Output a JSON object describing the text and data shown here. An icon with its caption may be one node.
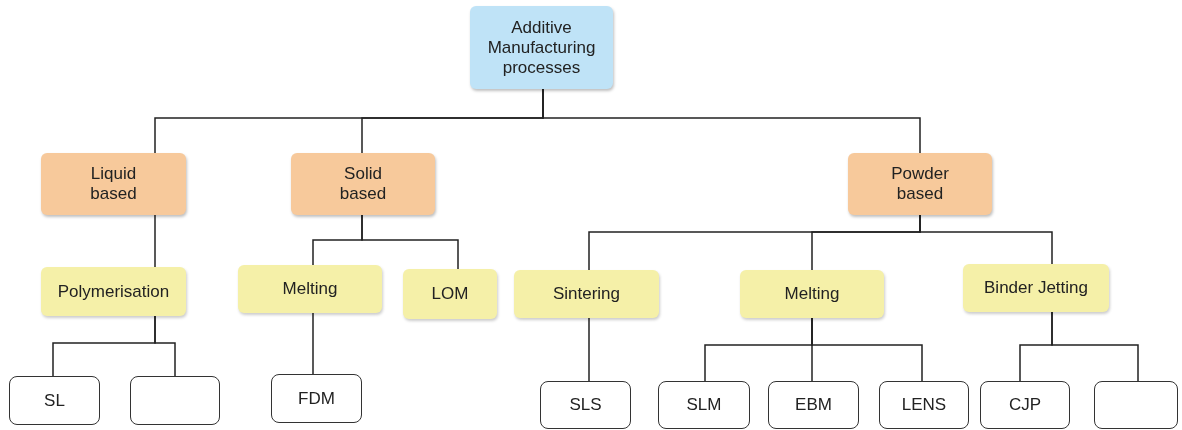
{
  "diagram": {
    "nodes": [
      {
        "text": [
          "Additive Manufacturing processes"
        ]
      },
      {
        "text": [
          "Liquid based"
        ]
      },
      {
        "text": [
          "Solid based"
        ]
      },
      {
        "text": [
          "Powder based"
        ]
      },
      {
        "text": [
          "Polymerisation"
        ]
      },
      {
        "text": [
          "Melting"
        ]
      },
      {
        "text": [
          "LOM"
        ]
      },
      {
        "text": [
          "Sintering"
        ]
      },
      {
        "text": [
          "Melting"
        ]
      },
      {
        "text": [
          "Binder Jetting"
        ]
      },
      {
        "text": [
          "SL"
        ]
      },
      {
        "text": [],
        "shape": "box"
      },
      {
        "text": [
          "FDM"
        ]
      },
      {
        "text": [
          "SLS"
        ]
      },
      {
        "text": [
          "SLM"
        ]
      },
      {
        "text": [
          "EBM"
        ]
      },
      {
        "text": [
          "LENS"
        ]
      },
      {
        "text": [
          "CJP"
        ]
      },
      {
        "text": [],
        "shape": "box"
      }
    ],
    "edges": [
      {
        "from": 0,
        "to": 1,
        "arrow": "none"
      },
      {
        "from": 0,
        "to": 2,
        "arrow": "none"
      },
      {
        "from": 0,
        "to": 3,
        "arrow": "none"
      },
      {
        "from": 1,
        "to": 4,
        "arrow": "none"
      },
      {
        "from": 2,
        "to": 5,
        "arrow": "none"
      },
      {
        "from": 2,
        "to": 6,
        "arrow": "none"
      },
      {
        "from": 3,
        "to": 7,
        "arrow": "none"
      },
      {
        "from": 3,
        "to": 8,
        "arrow": "none"
      },
      {
        "from": 3,
        "to": 9,
        "arrow": "none"
      },
      {
        "from": 4,
        "to": 10,
        "arrow": "none"
      },
      {
        "from": 4,
        "to": 11,
        "arrow": "none"
      },
      {
        "from": 5,
        "to": 12,
        "arrow": "none"
      },
      {
        "from": 7,
        "to": 13,
        "arrow": "none"
      },
      {
        "from": 8,
        "to": 14,
        "arrow": "none"
      },
      {
        "from": 8,
        "to": 15,
        "arrow": "none"
      },
      {
        "from": 8,
        "to": 16,
        "arrow": "none"
      },
      {
        "from": 9,
        "to": 17,
        "arrow": "none"
      },
      {
        "from": 9,
        "to": 18,
        "arrow": "none"
      }
    ]
  }
}
